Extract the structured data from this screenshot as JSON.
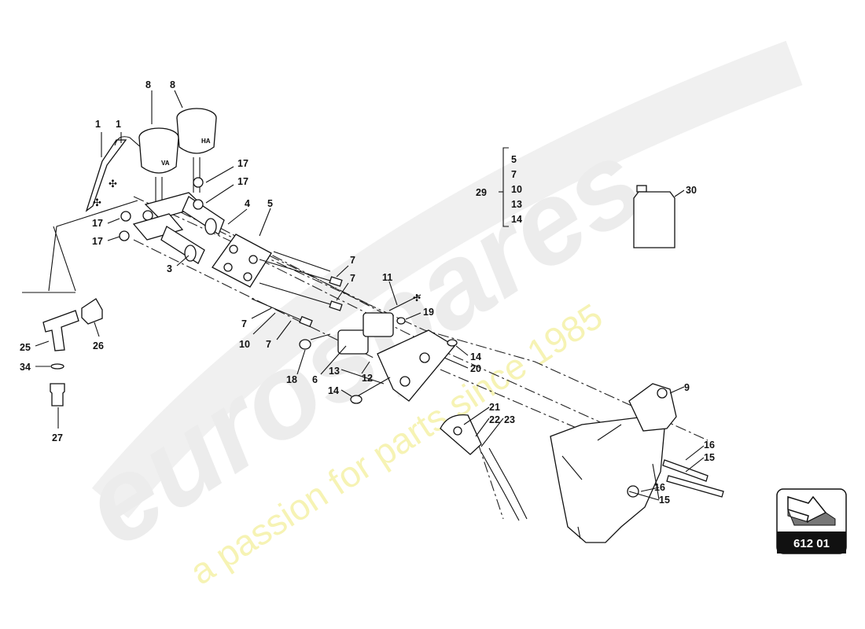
{
  "watermark": {
    "logo_text": "eurospares",
    "tagline": "a passion for parts since 1985"
  },
  "diagram": {
    "container_labels": [
      "VA",
      "HA"
    ],
    "callouts": [
      "1",
      "1",
      "8",
      "8",
      "17",
      "17",
      "17",
      "17",
      "4",
      "5",
      "3",
      "7",
      "7",
      "7",
      "10",
      "7",
      "11",
      "19",
      "14",
      "20",
      "18",
      "6",
      "13",
      "12",
      "14",
      "25",
      "26",
      "34",
      "27",
      "21",
      "22",
      "23",
      "9",
      "16",
      "15",
      "16",
      "15",
      "30"
    ],
    "group_29": {
      "number": "29",
      "items": [
        "5",
        "7",
        "10",
        "13",
        "14"
      ]
    }
  },
  "badge": {
    "code": "612 01",
    "icon": "arrow-icon"
  }
}
